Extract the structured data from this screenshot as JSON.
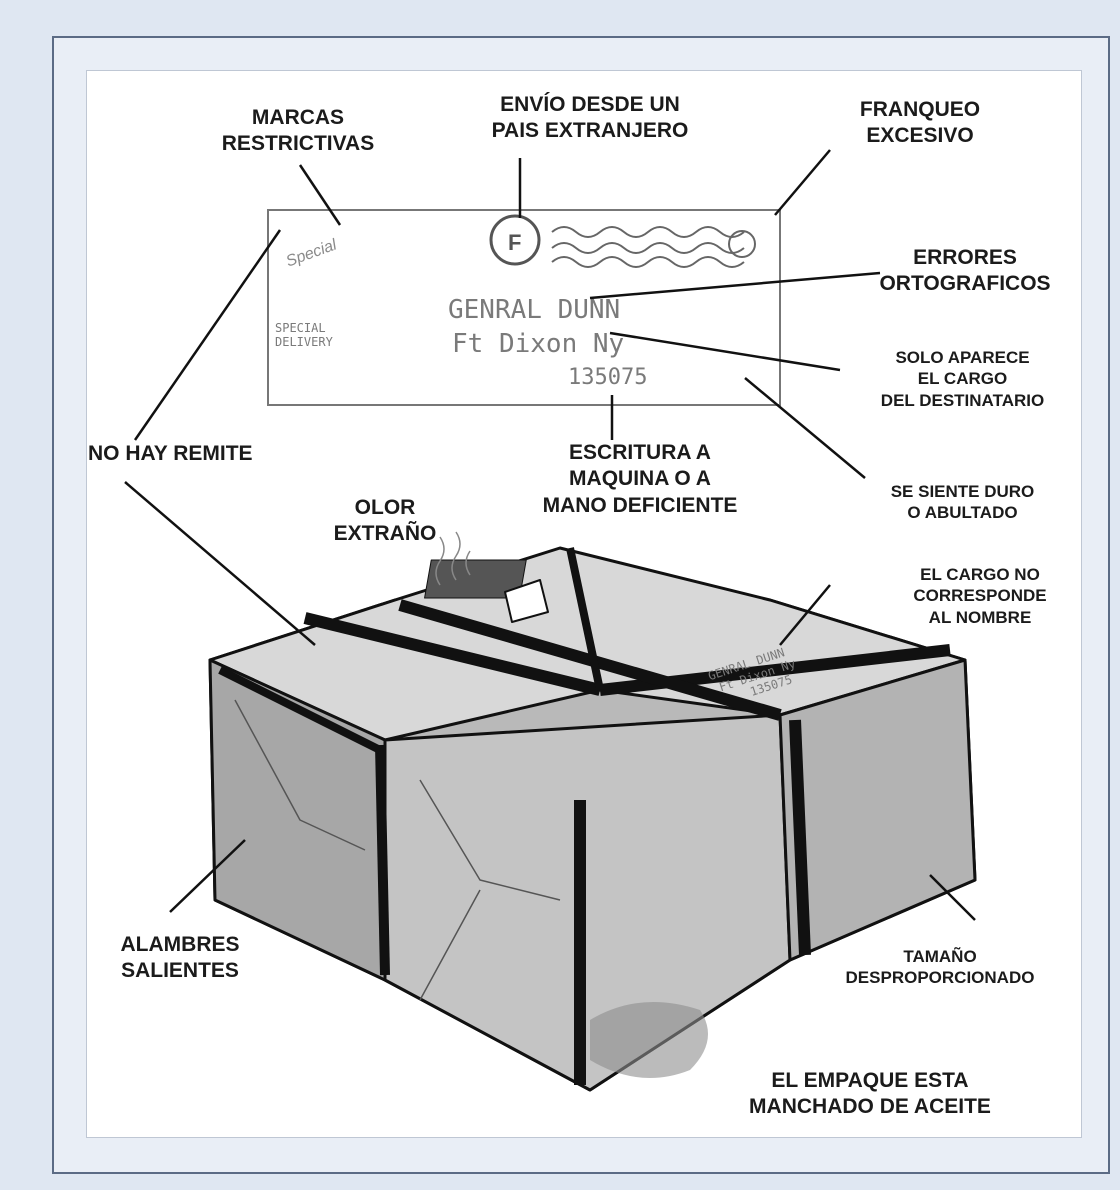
{
  "diagram": {
    "labels": {
      "marcas_restrictivas": "MARCAS\nRESTRICTIVAS",
      "envio_pais_extranjero": "ENVÍO DESDE UN\nPAIS EXTRANJERO",
      "franqueo_excesivo": "FRANQUEO\nEXCESIVO",
      "errores_ortograficos": "ERRORES\nORTOGRAFICOS",
      "solo_cargo": "SOLO APARECE\nEL CARGO\nDEL DESTINATARIO",
      "no_hay_remite": "NO HAY REMITE",
      "escritura_deficiente": "ESCRITURA A\nMAQUINA O A\nMANO DEFICIENTE",
      "se_siente_duro": "SE SIENTE DURO\nO ABULTADO",
      "olor_extrano": "OLOR\nEXTRAÑO",
      "cargo_no_corresponde": "EL CARGO NO\nCORRESPONDE\nAL NOMBRE",
      "alambres_salientes": "ALAMBRES\nSALIENTES",
      "tamano_desproporcionado": "TAMAÑO\nDESPROPORCIONADO",
      "empaque_manchado": "EL EMPAQUE ESTA\nMANCHADO DE ACEITE"
    },
    "envelope": {
      "stamp_text": "Special",
      "side_note": "SPECIAL\nDELIVERY",
      "address_line1": "GENRAL DUNN",
      "address_line2": "Ft Dixon Ny",
      "address_line3": "135075"
    },
    "package_label": {
      "line1": "GENRAL DUNN",
      "line2": "Ft Dixon Ny",
      "line3": "135075"
    }
  }
}
